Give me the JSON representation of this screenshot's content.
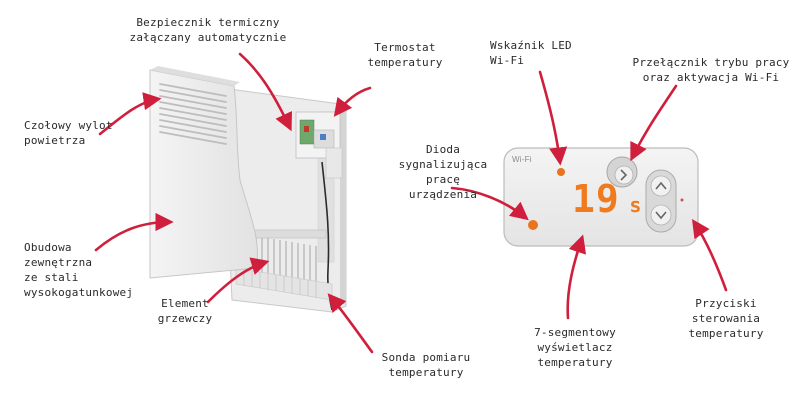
{
  "labels": {
    "bezpiecznik": "Bezpiecznik termiczny\nzałączany automatycznie",
    "termostat": "Termostat\ntemperatury",
    "wskaznik_led": "Wskaźnik LED\nWi-Fi",
    "przelacznik": "Przełącznik trybu pracy\noraz aktywacja Wi-Fi",
    "czolowy": "Czołowy wylot\npowietrza",
    "dioda": "Dioda\nsygnalizująca\npracę\nurządzenia",
    "obudowa": "Obudowa\nzewnętrzna\nze stali\nwysokogatunkowej",
    "element": "Element\ngrzewczy",
    "sonda": "Sonda pomiaru\ntemperatury",
    "wyswietlacz": "7-segmentowy\nwyświetlacz\ntemperatury",
    "przyciski": "Przyciski\nsterowania\ntemperatury"
  },
  "panel": {
    "wifi_label": "Wi-Fi",
    "display_value": "19",
    "display_unit": "s",
    "led_color": "#e8741e",
    "display_color": "#f07a1e"
  },
  "colors": {
    "arrow": "#d01f3c",
    "text": "#2a2a2a"
  }
}
